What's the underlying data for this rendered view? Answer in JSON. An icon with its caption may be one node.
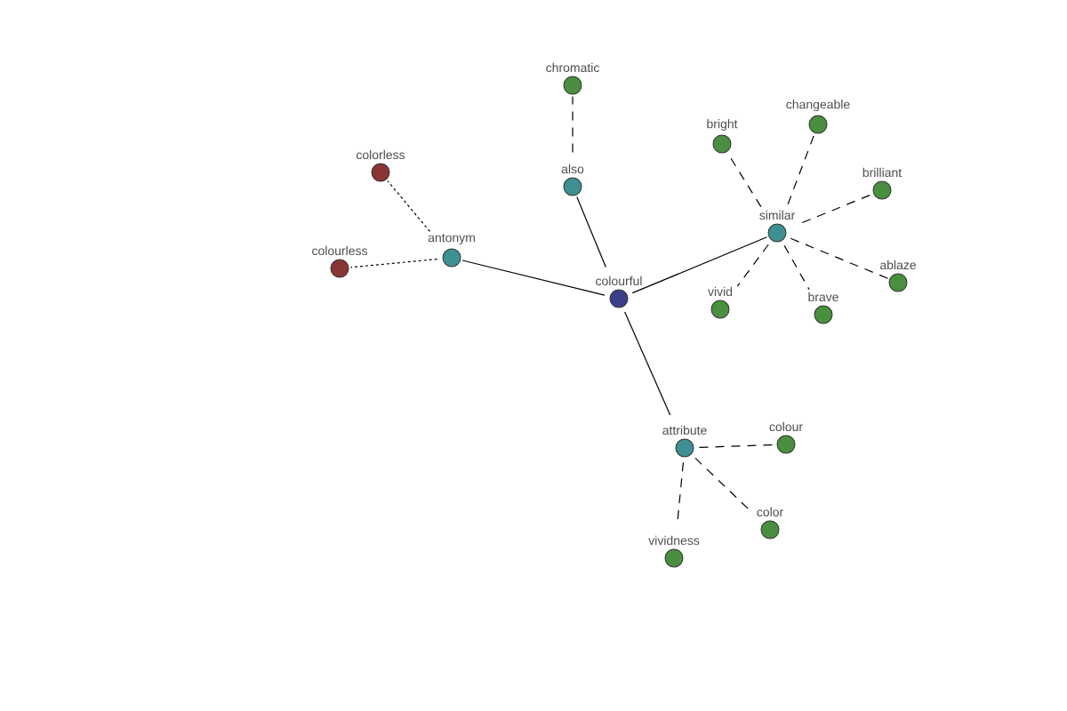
{
  "diagram": {
    "nodes": [
      {
        "text": [
          "colourful"
        ]
      },
      {
        "text": [
          "also"
        ]
      },
      {
        "text": [
          "chromatic"
        ]
      },
      {
        "text": [
          "antonym"
        ]
      },
      {
        "text": [
          "colorless"
        ]
      },
      {
        "text": [
          "colourless"
        ]
      },
      {
        "text": [
          "similar"
        ]
      },
      {
        "text": [
          "bright"
        ]
      },
      {
        "text": [
          "changeable"
        ]
      },
      {
        "text": [
          "brilliant"
        ]
      },
      {
        "text": [
          "ablaze"
        ]
      },
      {
        "text": [
          "brave"
        ]
      },
      {
        "text": [
          "vivid"
        ]
      },
      {
        "text": [
          "attribute"
        ]
      },
      {
        "text": [
          "colour"
        ]
      },
      {
        "text": [
          "color"
        ]
      },
      {
        "text": [
          "vividness"
        ]
      }
    ],
    "edges": [
      {
        "from": 0,
        "to": 1,
        "arrow": "none"
      },
      {
        "from": 1,
        "to": 2,
        "arrow": "none",
        "style": "dashed"
      },
      {
        "from": 0,
        "to": 3,
        "arrow": "none"
      },
      {
        "from": 3,
        "to": 4,
        "arrow": "none",
        "style": "dashed"
      },
      {
        "from": 3,
        "to": 5,
        "arrow": "none",
        "style": "dashed"
      },
      {
        "from": 0,
        "to": 6,
        "arrow": "none"
      },
      {
        "from": 6,
        "to": 7,
        "arrow": "none",
        "style": "dashed"
      },
      {
        "from": 6,
        "to": 8,
        "arrow": "none",
        "style": "dashed"
      },
      {
        "from": 6,
        "to": 9,
        "arrow": "none",
        "style": "dashed"
      },
      {
        "from": 6,
        "to": 10,
        "arrow": "none",
        "style": "dashed"
      },
      {
        "from": 6,
        "to": 11,
        "arrow": "none",
        "style": "dashed"
      },
      {
        "from": 6,
        "to": 12,
        "arrow": "none",
        "style": "dashed"
      },
      {
        "from": 0,
        "to": 13,
        "arrow": "none"
      },
      {
        "from": 13,
        "to": 14,
        "arrow": "none",
        "style": "dashed"
      },
      {
        "from": 13,
        "to": 15,
        "arrow": "none",
        "style": "dashed"
      },
      {
        "from": 13,
        "to": 16,
        "arrow": "none",
        "style": "dashed"
      }
    ]
  }
}
